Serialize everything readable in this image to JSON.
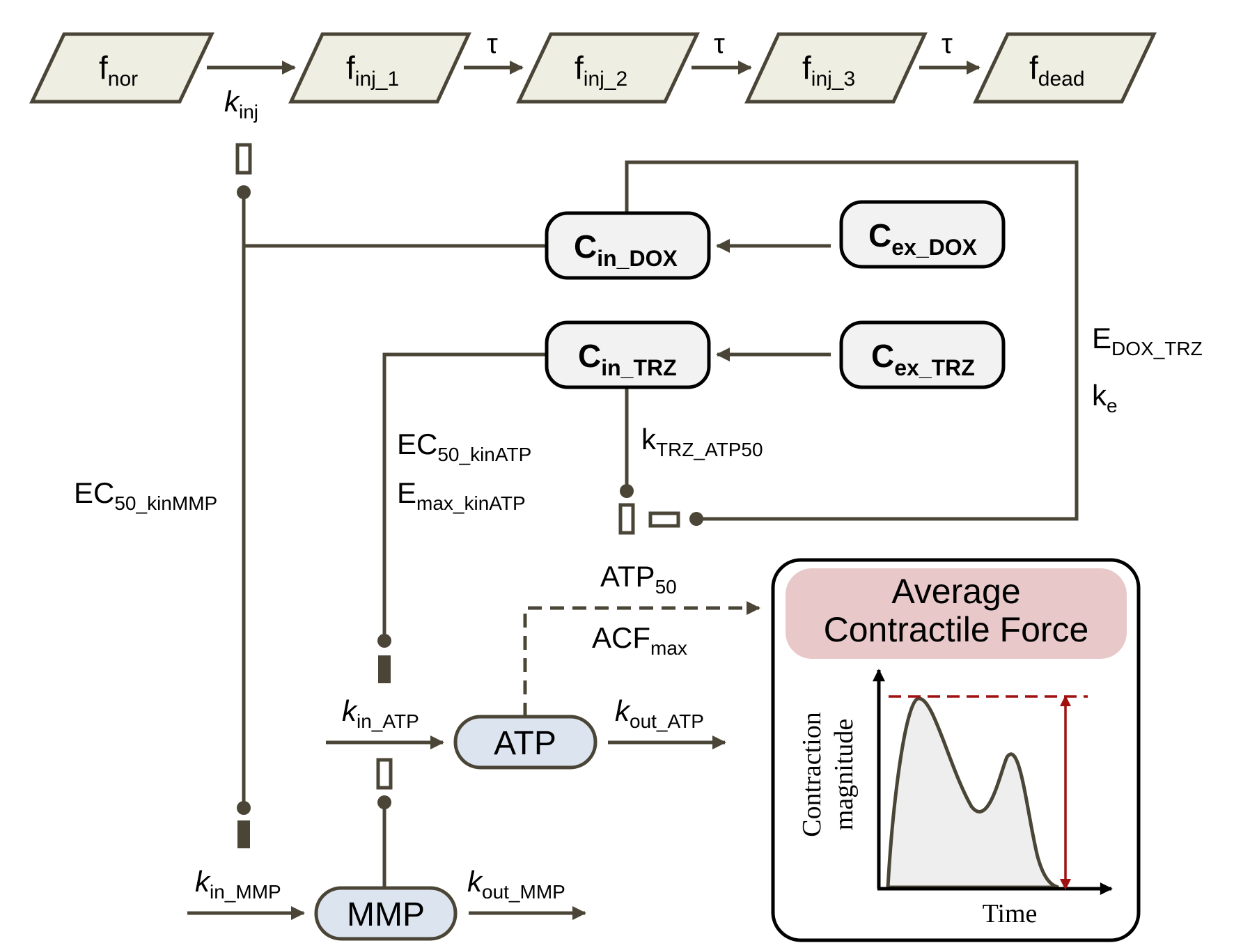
{
  "colors": {
    "line": "#4a4536",
    "state_fill": "#eeeee2",
    "conc_fill": "#f2f2f2",
    "pd_fill": "#dbe4ef",
    "acf_header_fill": "#e8c8c8",
    "reference_line": "#a01010",
    "curve_fill": "#eeeeee"
  },
  "states": [
    {
      "base": "f",
      "sub": "nor"
    },
    {
      "base": "f",
      "sub": "inj_1"
    },
    {
      "base": "f",
      "sub": "inj_2"
    },
    {
      "base": "f",
      "sub": "inj_3"
    },
    {
      "base": "f",
      "sub": "dead"
    }
  ],
  "tau": "τ",
  "k_inj": {
    "base": "k",
    "sub": "inj"
  },
  "concentrations": {
    "cin_dox": {
      "base": "C",
      "sub": "in_DOX"
    },
    "cex_dox": {
      "base": "C",
      "sub": "ex_DOX"
    },
    "cin_trz": {
      "base": "C",
      "sub": "in_TRZ"
    },
    "cex_trz": {
      "base": "C",
      "sub": "ex_TRZ"
    }
  },
  "params": {
    "e_dox_trz": {
      "base": "E",
      "sub": "DOX_TRZ"
    },
    "k_e": {
      "base": "k",
      "sub": "e"
    },
    "k_trz_atp50": {
      "base": "k",
      "sub": "TRZ_ATP50"
    },
    "ec50_kinatp": {
      "base": "EC",
      "sub": "50_kinATP"
    },
    "emax_kinatp": {
      "base": "E",
      "sub": "max_kinATP"
    },
    "ec50_kinmmp": {
      "base": "EC",
      "sub": "50_kinMMP"
    },
    "atp50": {
      "base": "ATP",
      "sub": "50"
    },
    "acfmax": {
      "base": "ACF",
      "sub": "max"
    },
    "k_in_atp": {
      "base": "k",
      "sub": "in_ATP"
    },
    "k_out_atp": {
      "base": "k",
      "sub": "out_ATP"
    },
    "k_in_mmp": {
      "base": "k",
      "sub": "in_MMP"
    },
    "k_out_mmp": {
      "base": "k",
      "sub": "out_MMP"
    }
  },
  "nodes": {
    "atp": "ATP",
    "mmp": "MMP"
  },
  "acf_panel": {
    "title_line1": "Average",
    "title_line2": "Contractile Force",
    "ylabel_line1": "Contraction",
    "ylabel_line2": "magnitude",
    "xlabel": "Time"
  }
}
